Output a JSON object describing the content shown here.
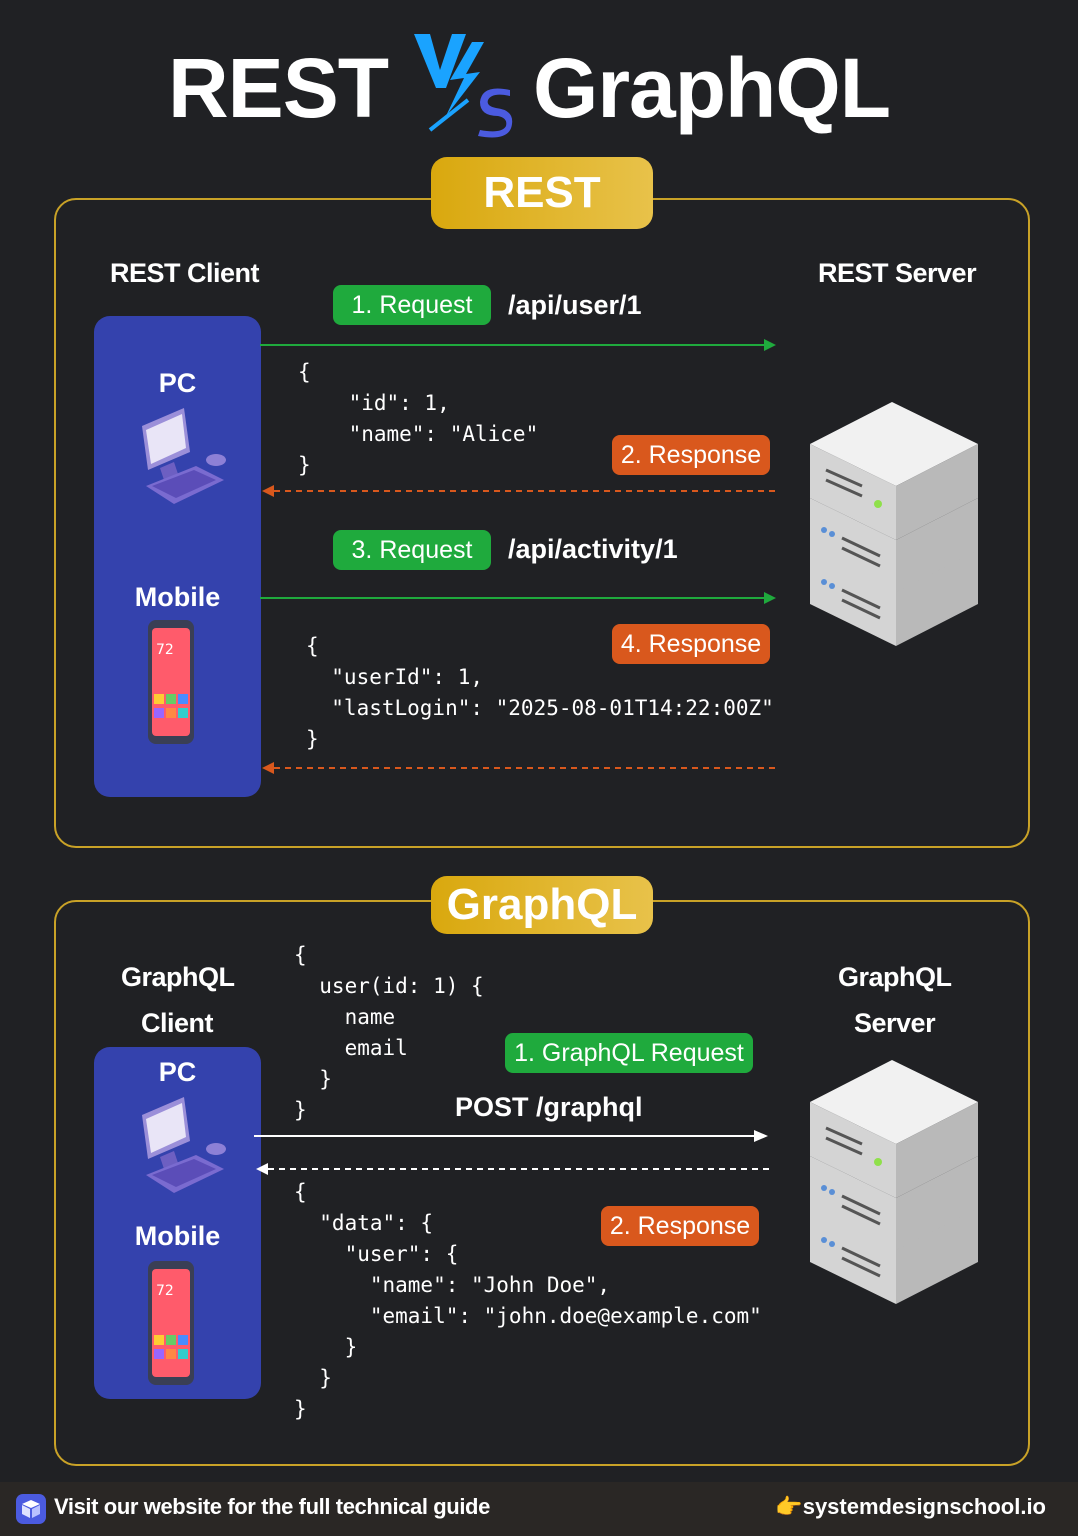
{
  "title": {
    "left": "REST",
    "right": "GraphQL",
    "vs_icon": "vs-lightning-icon"
  },
  "rest": {
    "section_title": "REST",
    "client_label": "REST Client",
    "server_label": "REST Server",
    "devices": [
      "PC",
      "Mobile"
    ],
    "step1": {
      "label": "1. Request",
      "path": "/api/user/1"
    },
    "response1_code": "{\n    \"id\": 1,\n    \"name\": \"Alice\"\n}",
    "step2": {
      "label": "2. Response"
    },
    "step3": {
      "label": "3. Request",
      "path": "/api/activity/1"
    },
    "step4": {
      "label": "4. Response"
    },
    "response2_code": "{\n  \"userId\": 1,\n  \"lastLogin\": \"2025-08-01T14:22:00Z\"\n}"
  },
  "graphql": {
    "section_title": "GraphQL",
    "client_label_1": "GraphQL",
    "client_label_2": "Client",
    "server_label_1": "GraphQL",
    "server_label_2": "Server",
    "devices": [
      "PC",
      "Mobile"
    ],
    "query_code": "{\n  user(id: 1) {\n    name\n    email\n  }\n}",
    "step1": {
      "label": "1. GraphQL Request",
      "path": "POST /graphql"
    },
    "step2": {
      "label": "2. Response"
    },
    "response_code": "{\n  \"data\": {\n    \"user\": {\n      \"name\": \"John Doe\",\n      \"email\": \"john.doe@example.com\"\n    }\n  }\n}"
  },
  "footer": {
    "text": "Visit our website for the full technical guide",
    "site": "👉systemdesignschool.io"
  },
  "colors": {
    "background": "#202124",
    "gold": "#c9a227",
    "client_blue": "#3442ad",
    "request_green": "#1faa3d",
    "response_orange": "#d9581d"
  }
}
